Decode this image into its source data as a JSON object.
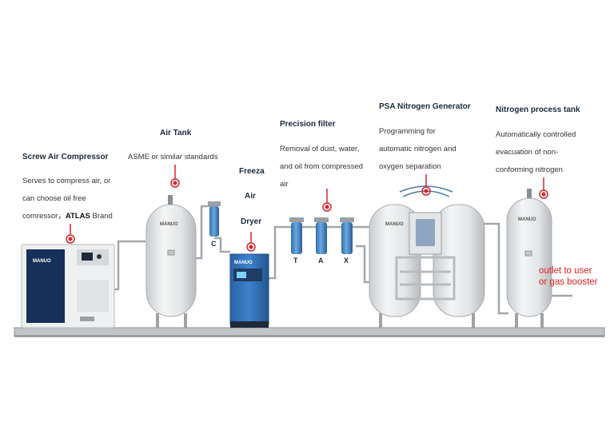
{
  "components": {
    "compressor": {
      "title": "Screw Air Compressor",
      "lines": [
        "Serves to compress air, or",
        "can choose oil free"
      ],
      "last_line_prefix": "comressor，",
      "brand": "ATLAS",
      "last_line_suffix": " Brand",
      "logo": "MANUO"
    },
    "air_tank": {
      "title": "Air Tank",
      "lines": [
        "ASME or similar standards"
      ],
      "filter_label": "C",
      "logo": "MANUO"
    },
    "dryer": {
      "title_lines": [
        "Freeza",
        "Air",
        "Dryer"
      ],
      "logo": "MANUO"
    },
    "precision_filter": {
      "title": "Precision filter",
      "lines": [
        "Removal of dust, water,",
        "and oil from compressed",
        "air"
      ],
      "filter_labels": [
        "T",
        "A",
        "X"
      ]
    },
    "psa_generator": {
      "title": "PSA Nitrogen Generator",
      "lines": [
        "Programming for",
        "automatic nitrogen and",
        "oxygen separation"
      ],
      "logo": "MANUO"
    },
    "nitrogen_tank": {
      "title": "Nitrogen process tank",
      "lines": [
        "Automatically controlled",
        "evacuation of non-",
        "conforming nitrogen"
      ],
      "logo": "MANUO"
    }
  },
  "outlet": {
    "lines": [
      "outlet to user",
      "or gas booster"
    ],
    "color": "#e02020"
  },
  "colors": {
    "marker": "#d9242c",
    "tank": "#e6e8ea",
    "dryer": "#2d6fb8",
    "filter": "#4a8fd0",
    "base": "#b9bcbe",
    "pipe": "#9ea2a6"
  }
}
